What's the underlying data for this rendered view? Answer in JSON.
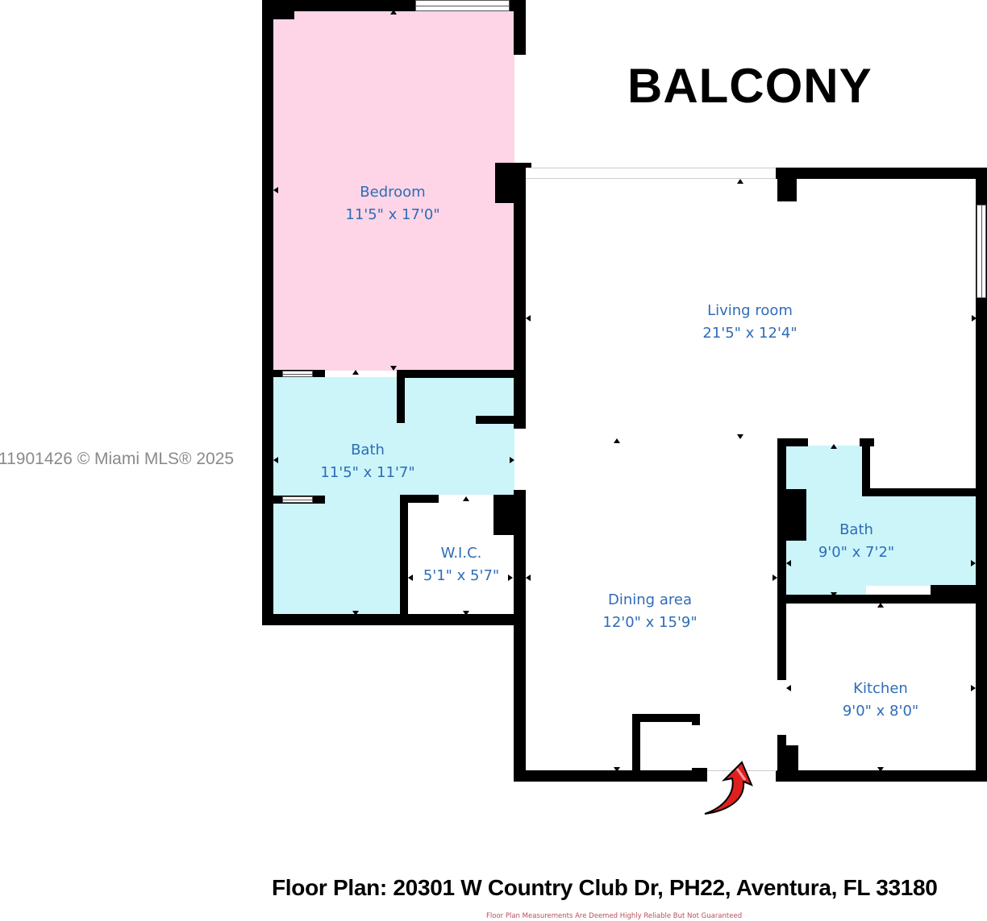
{
  "watermark": "11901426 © Miami MLS® 2025",
  "outdoor_label": "BALCONY",
  "rooms": [
    {
      "name": "Bedroom",
      "dimensions": "11'5\" x 17'0\"",
      "fill": "#fdd5e6"
    },
    {
      "name": "Bath",
      "dimensions": "11'5\" x 11'7\"",
      "fill": "#cbf5f9"
    },
    {
      "name": "W.I.C.",
      "dimensions": "5'1\" x 5'7\"",
      "fill": "#ffffff"
    },
    {
      "name": "Living room",
      "dimensions": "21'5\" x 12'4\"",
      "fill": "#ffffff"
    },
    {
      "name": "Dining area",
      "dimensions": "12'0\" x 15'9\"",
      "fill": "#ffffff"
    },
    {
      "name": "Bath",
      "dimensions": "9'0\" x 7'2\"",
      "fill": "#cbf5f9"
    },
    {
      "name": "Kitchen",
      "dimensions": "9'0\" x 8'0\"",
      "fill": "#ffffff"
    }
  ],
  "entrance_arrow_color": "#e02020",
  "label_color": "#2f6cb8",
  "footer": {
    "title": "Floor Plan: 20301 W Country Club Dr, PH22, Aventura, FL 33180",
    "disclaimer": "Floor Plan Measurements Are Deemed Highly Reliable But Not Guaranteed"
  }
}
